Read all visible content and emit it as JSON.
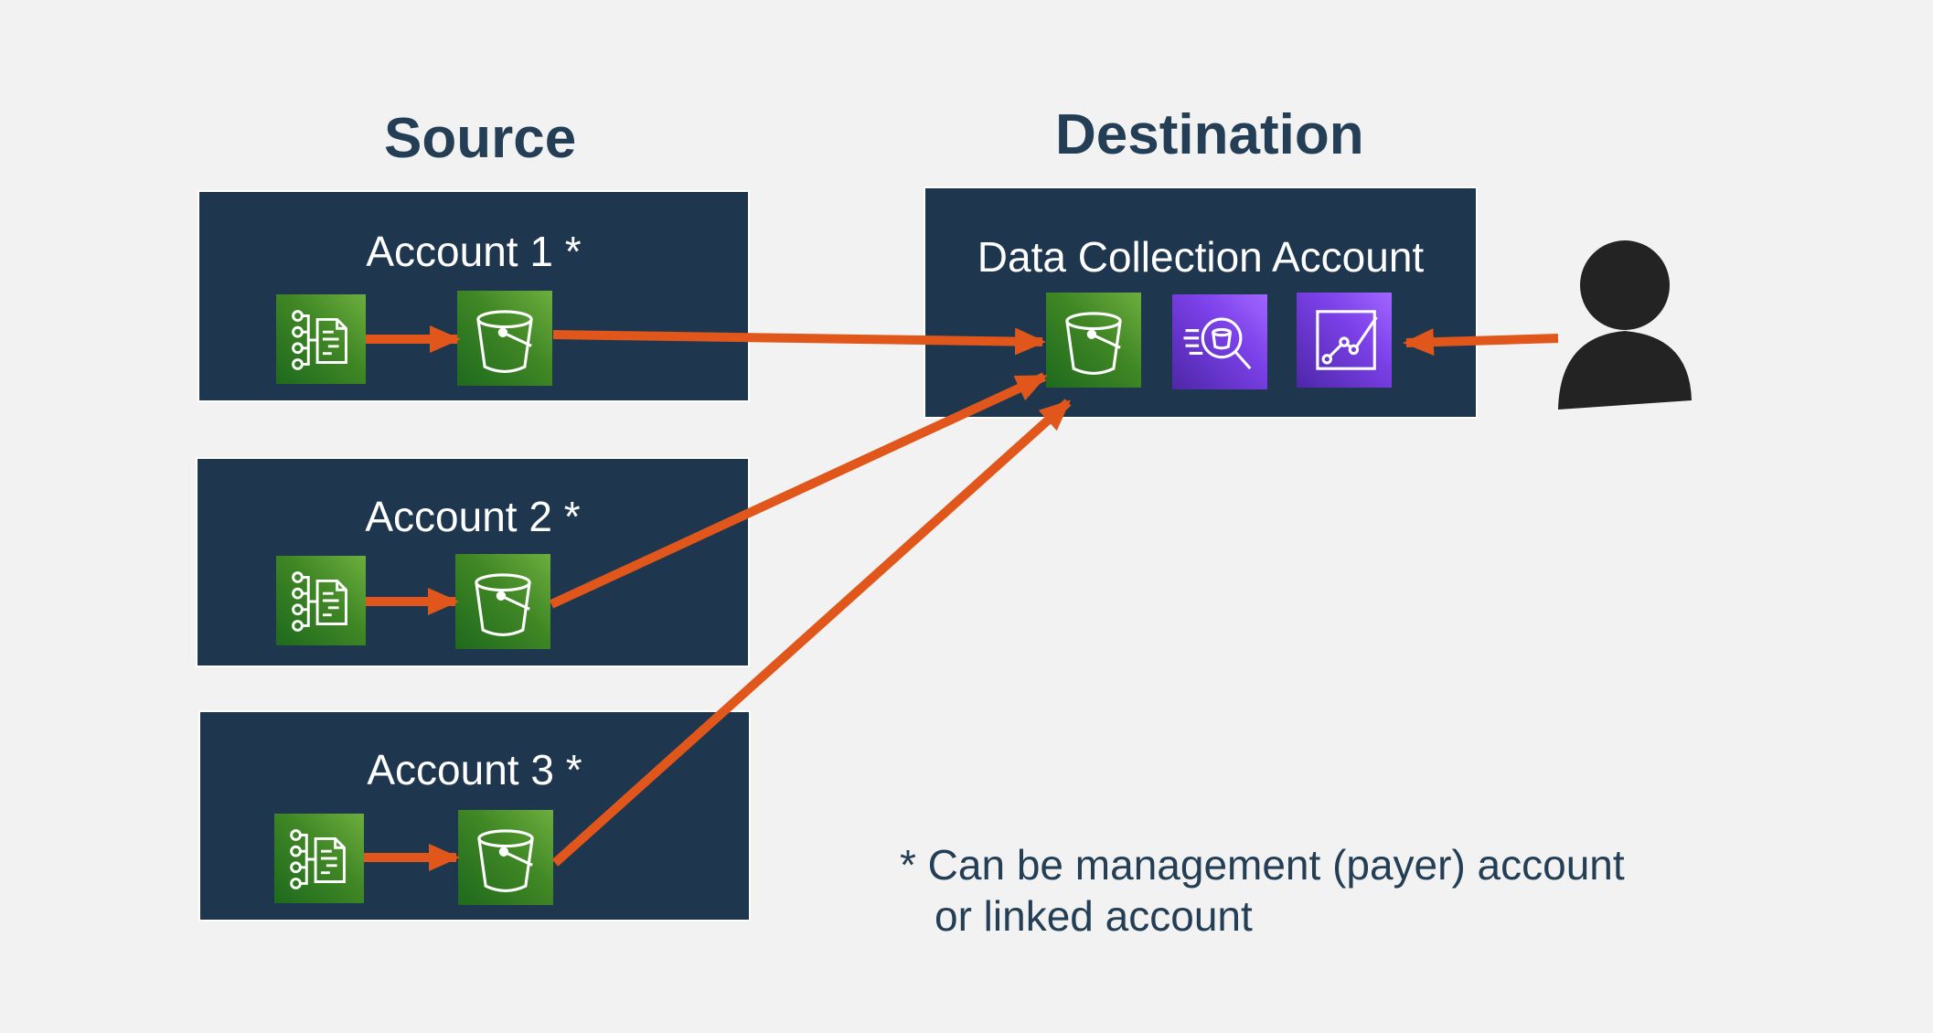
{
  "headings": {
    "source": "Source",
    "destination": "Destination"
  },
  "source_accounts": [
    {
      "label": "Account 1 *",
      "icons": [
        "cur-report-icon",
        "s3-bucket-icon"
      ]
    },
    {
      "label": "Account 2 *",
      "icons": [
        "cur-report-icon",
        "s3-bucket-icon"
      ]
    },
    {
      "label": "Account 3 *",
      "icons": [
        "cur-report-icon",
        "s3-bucket-icon"
      ]
    }
  ],
  "destination_account": {
    "label": "Data Collection Account",
    "icons": [
      "s3-bucket-icon",
      "athena-icon",
      "quicksight-icon"
    ]
  },
  "footnote": {
    "line1": "* Can be management (payer) account",
    "line2": "or linked account"
  },
  "colors": {
    "background": "#f1f2f1",
    "account_box": "#1f374e",
    "arrow": "#e0561b",
    "storage_green": "#3f8624",
    "analytics_purple": "#7b40e8",
    "heading_text": "#233e55",
    "user_icon": "#232323"
  },
  "user": {
    "icon": "user-icon"
  }
}
